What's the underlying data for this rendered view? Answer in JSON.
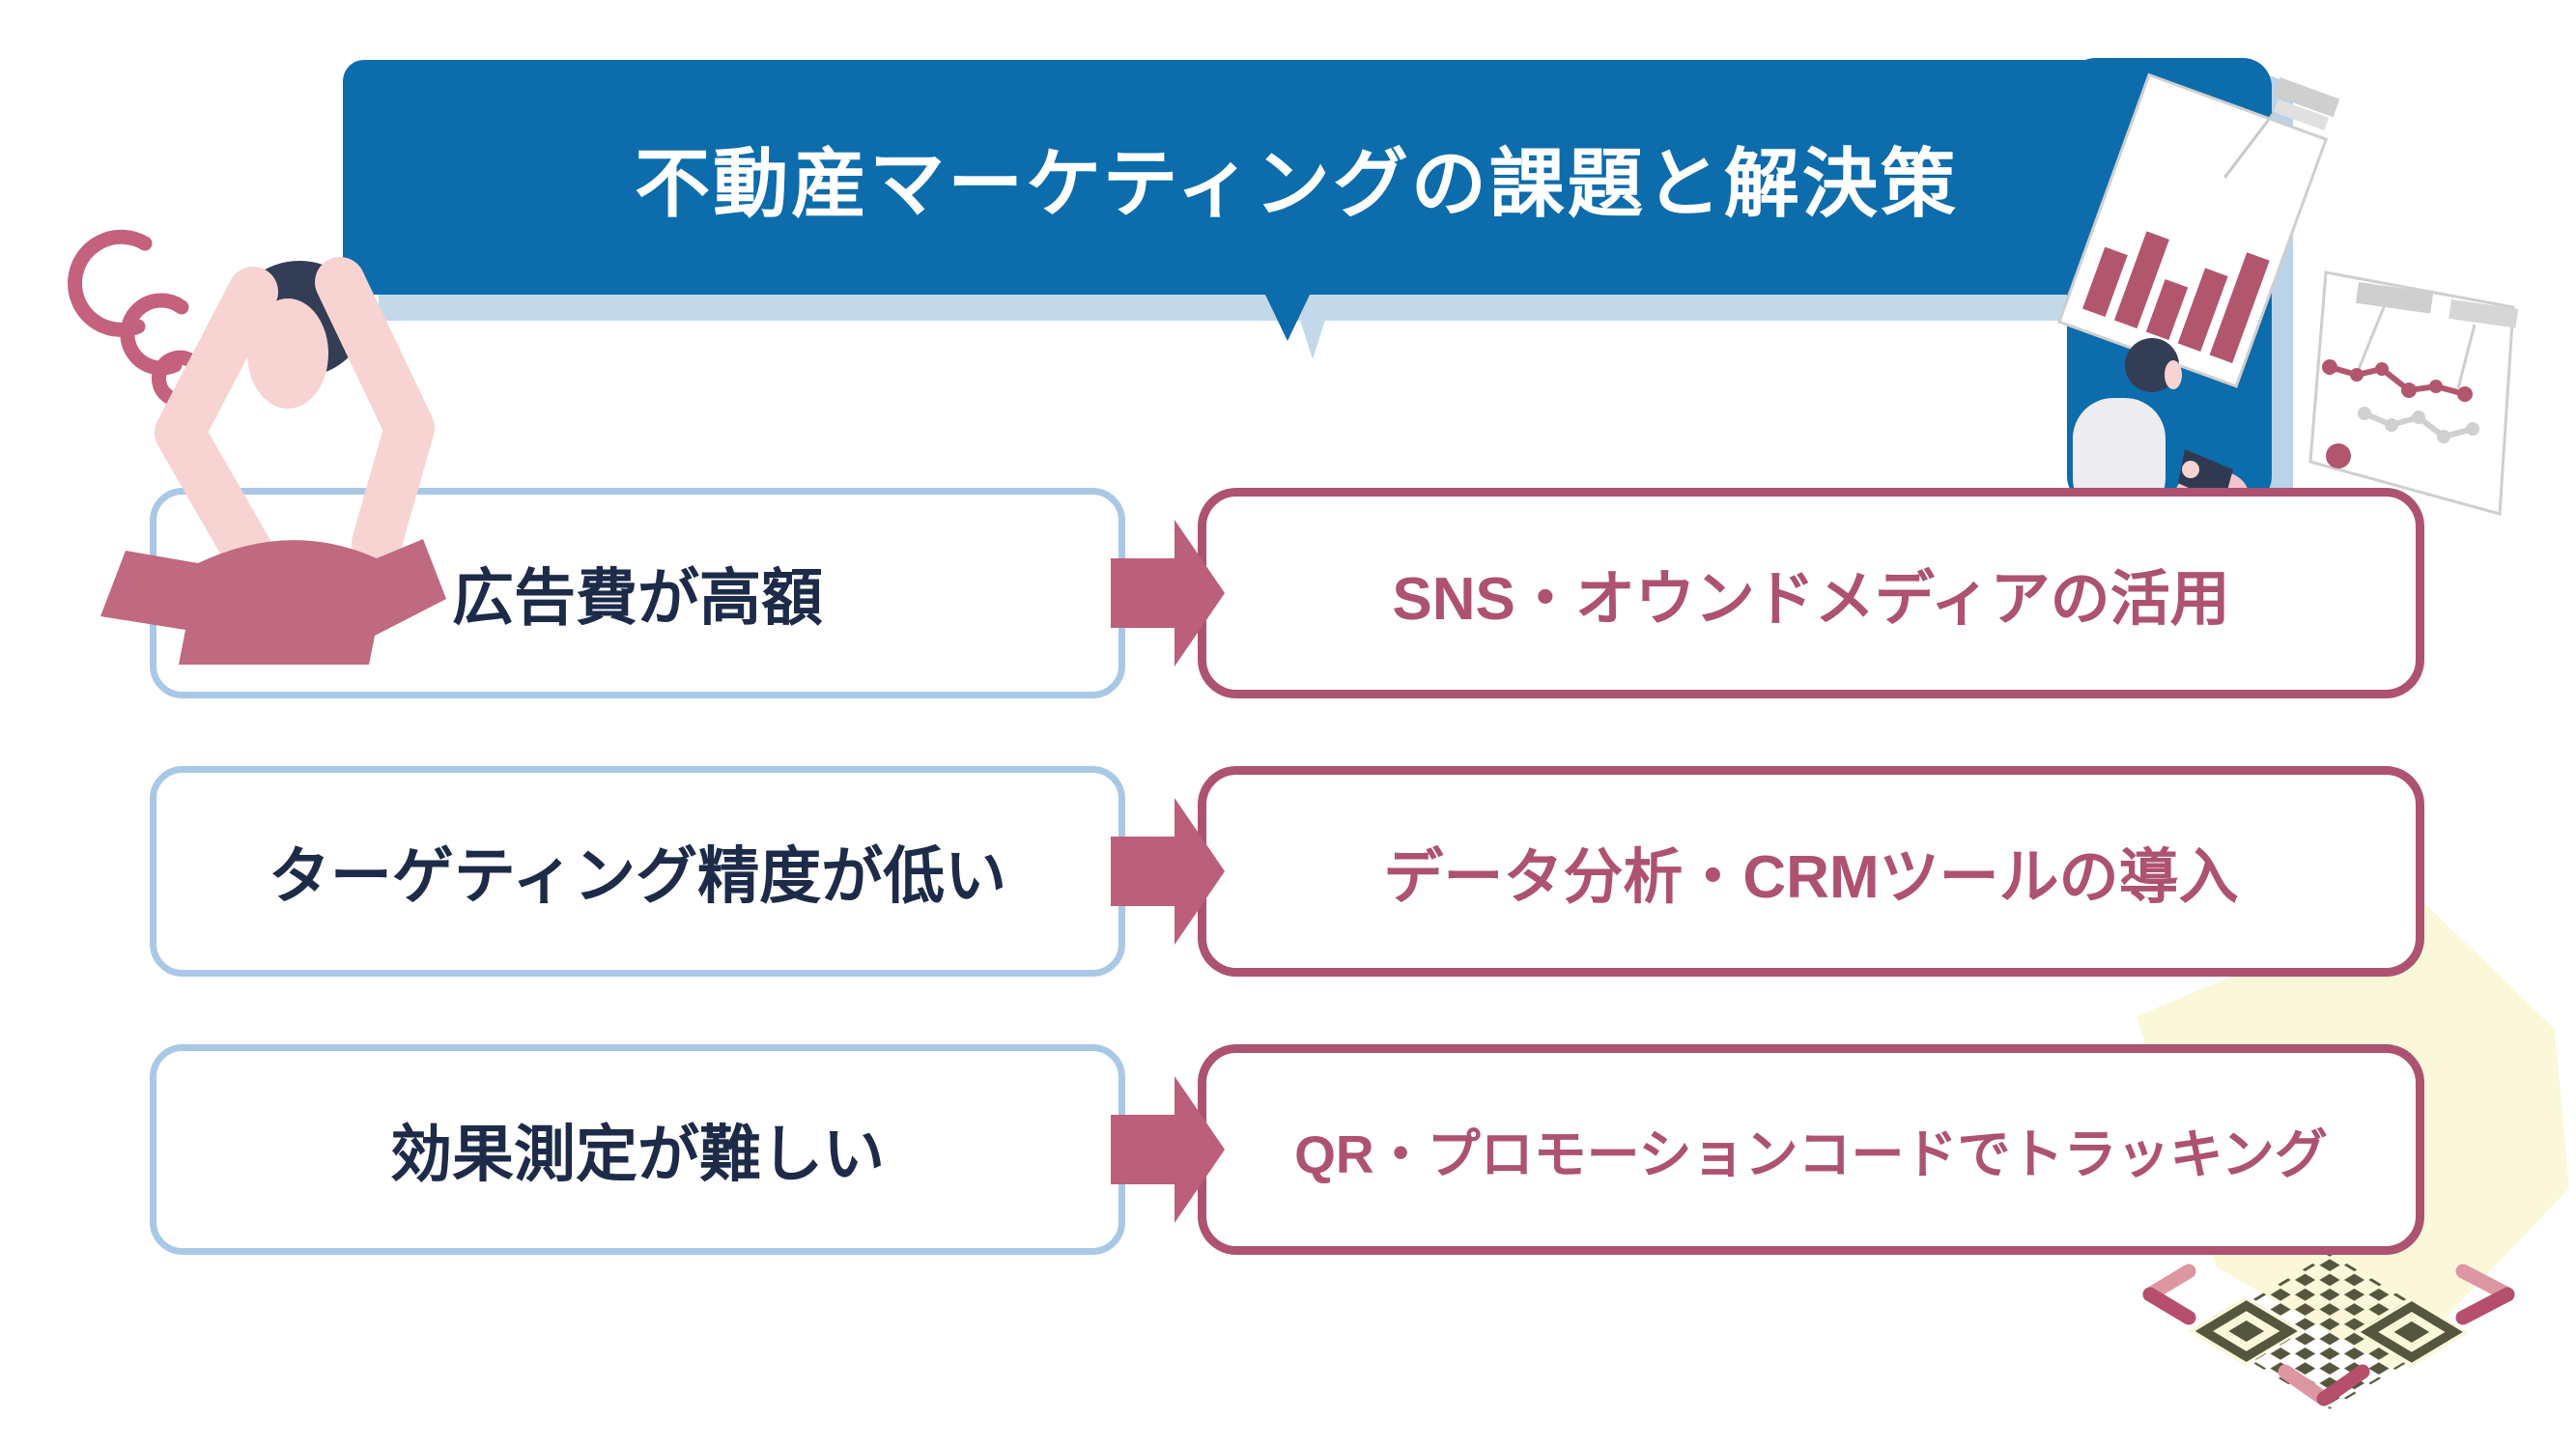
{
  "header": {
    "title": "不動産マーケティングの課題と解決策"
  },
  "rows": [
    {
      "problem": "広告費が高額",
      "solution": "SNS・オウンドメディアの活用"
    },
    {
      "problem": "ターゲティング精度が低い",
      "solution": "データ分析・CRMツールの導入"
    },
    {
      "problem": "効果測定が難しい",
      "solution": "QR・プロモーションコードでトラッキング"
    }
  ],
  "palette": {
    "banner_blue": "#0d6cab",
    "banner_shadow_blue": "#c3d9ea",
    "problem_border_blue": "#a9c8e6",
    "problem_text_navy": "#1d2b49",
    "solution_maroon": "#ad5270",
    "arrow_maroon": "#bc5f7a",
    "illustration_maroon": "#b2566e",
    "shirt_maroon": "#bf6a80",
    "skin_pink": "#f7d4d1",
    "hair_navy": "#333d56",
    "highlight_yellow": "#fbf8da",
    "qr_dark": "#56553e",
    "panel_gray": "#cfcfcf"
  },
  "icons": [
    "confusion-squiggle-icon",
    "frustrated-person-illustration",
    "bar-chart-panel-icon",
    "line-chart-panel-icon",
    "person-viewing-charts-illustration",
    "right-arrow-icon",
    "qr-code-isometric-icon",
    "scan-chevrons-icon"
  ]
}
